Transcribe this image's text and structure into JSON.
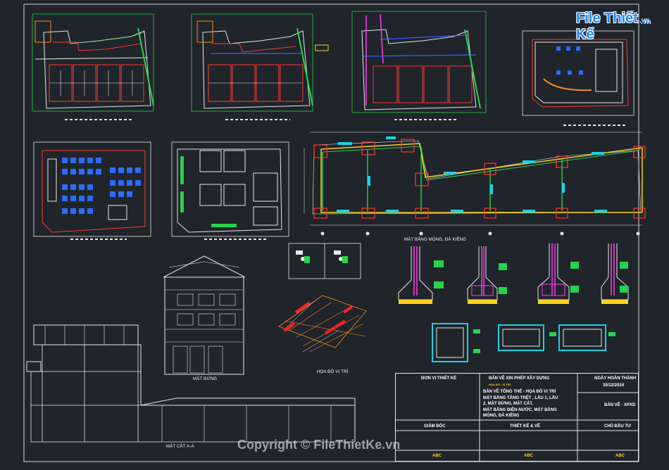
{
  "logo": {
    "text": "File Thiết Kế",
    "suffix": ".vn"
  },
  "watermark": "Copyright © FileThietKe.vn",
  "labels": {
    "mb_mong": "MẶT BẰNG MÓNG, ĐÀ KIỀNG",
    "mat_dung": "MẶT ĐỨNG",
    "mat_cat": "MẶT CẮT A-A",
    "hoa_do": "HỌA ĐỒ VỊ TRÍ"
  },
  "title_block": {
    "don_vi_label": "ĐƠN VỊ THIẾT KẾ",
    "ban_ve_xin_phep": "BẢN VẼ XIN PHÉP XÂY DỰNG",
    "small_note": "HỌA ĐỒ - VỊ TRÍ",
    "noi_dung": [
      "BẢN VẼ TỔNG THỂ - HỌA ĐỒ VỊ TRÍ",
      "MẶT BẰNG TẦNG TRỆT , LẦU 1, LẦU",
      "2, MẶT ĐỨNG, MẶT CẮT,",
      "MẶT BẰNG ĐIỆN-NƯỚC, MẶT BẰNG",
      "MÓNG, ĐÀ KIỀNG"
    ],
    "ngay_label": "NGÀY HOÀN THÀNH",
    "ngay_value": "30/12/2024",
    "ban_ve": "BẢN VẼ - XPXD",
    "giam_doc": "GIÁM ĐỐC",
    "thiet_ke_ve": "THIẾT KẾ & VẼ",
    "chu_dau_tu": "CHỦ ĐẦU TƯ",
    "abc": [
      "ABC",
      "ABC",
      "ABC"
    ]
  },
  "colors": {
    "background": "#20242b",
    "line": "#e8e8e8",
    "red": "#ff3b2f",
    "cyan": "#19d3e6",
    "yellow": "#ffd21f",
    "magenta": "#ff3cf0",
    "green": "#27d34a",
    "blue": "#2c6bff",
    "orange": "#ff8a1e"
  }
}
